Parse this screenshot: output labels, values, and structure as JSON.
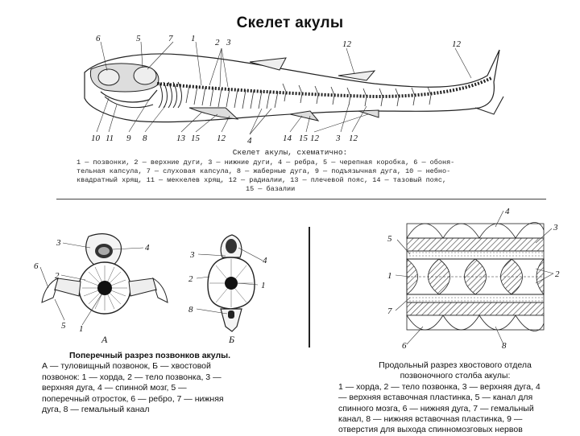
{
  "title": "Скелет акулы",
  "top_figure": {
    "caption": "Скелет акулы, схематично:",
    "legend_lines": [
      "1 — позвонки, 2 — верхние дуги, 3 — нижние дуги, 4 — ребра, 5 — черепная коробка, 6 — обоня-",
      "тельная капсула, 7 — слуховая капсула, 8 — жаберные дуга, 9 — подъязычная дуга, 10 — небно-",
      "квадратный хрящ, 11 — меккелев хрящ, 12 — радиалии, 13 — плечевой пояс, 14 — тазовый пояс,",
      "15 — базалии"
    ],
    "labels_top": [
      "6",
      "5",
      "7",
      "1",
      "2",
      "3",
      "12",
      "12"
    ],
    "labels_bottom": [
      "10",
      "11",
      "9",
      "8",
      "13",
      "15",
      "12",
      "4",
      "14",
      "15",
      "12",
      "3",
      "12"
    ]
  },
  "cross_section": {
    "figure_labels": [
      "3",
      "4",
      "2",
      "6",
      "5",
      "1",
      "А",
      "3",
      "4",
      "2",
      "1",
      "8",
      "Б"
    ],
    "caption_title": "Поперечный разрез позвонков акулы.",
    "caption_lines": [
      "А — туловищный позвонок, Б — хвостовой",
      "позвонок: 1 — хорда, 2 — тело позвонка, 3 —",
      "верхняя дуга, 4 — спинной мозг, 5 —",
      "поперечный отросток, 6 — ребро, 7 — нижняя",
      "дуга, 8 — гемальный канал"
    ]
  },
  "longitudinal_section": {
    "figure_labels": [
      "4",
      "3",
      "5",
      "2",
      "1",
      "7",
      "6",
      "8"
    ],
    "caption_title_lines": [
      "Продольный разрез хвостового отдела",
      "позвоночного столба акулы:"
    ],
    "caption_lines": [
      "1 — хорда, 2 — тело позвонка, 3 — верхняя дуга, 4",
      "— верхняя вставочная пластинка, 5 — канал для",
      "спинного мозга, 6 — нижняя дуга, 7 — гемальный",
      "канал, 8 — нижняя вставочная пластинка, 9 —",
      "отверстия для выхода спинномозговых нервов"
    ]
  }
}
